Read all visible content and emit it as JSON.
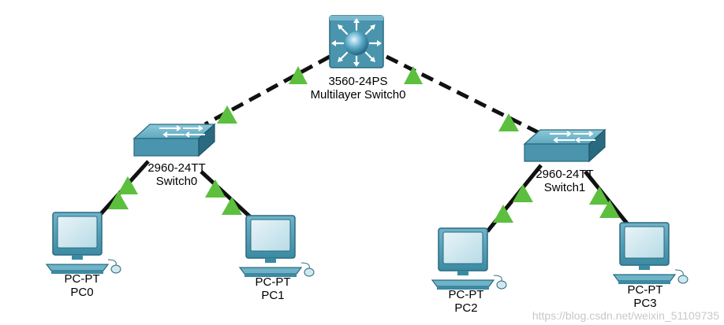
{
  "devices": {
    "mls": {
      "model": "3560-24PS",
      "name": "Multilayer Switch0"
    },
    "switch0": {
      "model": "2960-24TT",
      "name": "Switch0"
    },
    "switch1": {
      "model": "2960-24TT",
      "name": "Switch1"
    },
    "pc0": {
      "model": "PC-PT",
      "name": "PC0"
    },
    "pc1": {
      "model": "PC-PT",
      "name": "PC1"
    },
    "pc2": {
      "model": "PC-PT",
      "name": "PC2"
    },
    "pc3": {
      "model": "PC-PT",
      "name": "PC3"
    }
  },
  "links": [
    {
      "from": "mls",
      "to": "switch0",
      "style": "dashed",
      "status": "up"
    },
    {
      "from": "mls",
      "to": "switch1",
      "style": "dashed",
      "status": "up"
    },
    {
      "from": "switch0",
      "to": "pc0",
      "style": "solid",
      "status": "up"
    },
    {
      "from": "switch0",
      "to": "pc1",
      "style": "solid",
      "status": "up"
    },
    {
      "from": "switch1",
      "to": "pc2",
      "style": "solid",
      "status": "up"
    },
    {
      "from": "switch1",
      "to": "pc3",
      "style": "solid",
      "status": "up"
    }
  ],
  "colors": {
    "link": "#111111",
    "status_up": "#5cbf3e",
    "device": "#4a95ad",
    "device_dark": "#2a6a80"
  },
  "watermark": "https://blog.csdn.net/weixin_51109735"
}
